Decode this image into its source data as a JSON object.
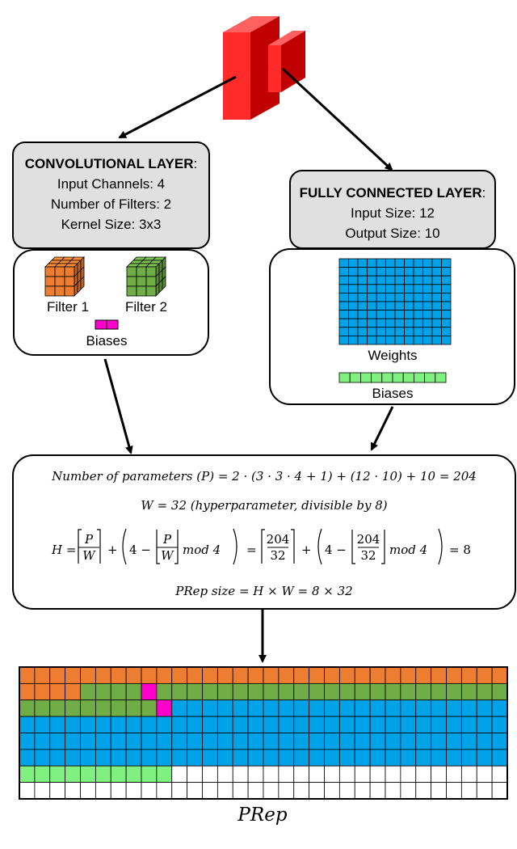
{
  "colors": {
    "filter1": "#ed7d31",
    "filter2": "#70ad47",
    "conv_bias": "#ff00cc",
    "weights": "#00a2e8",
    "fc_bias": "#80f080",
    "model_red": "#ff2020",
    "header_bg": "#e0e0e0"
  },
  "conv_layer": {
    "title": "CONVOLUTIONAL LAYER",
    "title_suffix": ":",
    "lines": [
      "Input Channels: 4",
      "Number of Filters: 2",
      "Kernel Size: 3x3"
    ],
    "filter1_label": "Filter 1",
    "filter2_label": "Filter 2",
    "biases_label": "Biases"
  },
  "fc_layer": {
    "title": "FULLY CONNECTED LAYER",
    "title_suffix": ":",
    "lines": [
      "Input Size: 12",
      "Output Size: 10"
    ],
    "weights_label": "Weights",
    "biases_label": "Biases"
  },
  "formulas": {
    "line1": "Number of parameters (P) = 2 · (3 · 3 · 4 + 1) + (12 · 10) + 10 = 204",
    "line2": "W = 32 (hyperparameter, divisible by 8)",
    "line4": "PRep size = H × W = 8 × 32",
    "line3_parts": {
      "h": "H =",
      "p": "P",
      "w": "W",
      "plus": "+",
      "four_minus": "4 −",
      "mod": "mod 4",
      "eq": "=",
      "num": "204",
      "den": "32",
      "result": "= 8"
    }
  },
  "prep": {
    "label": "PRep",
    "rows": 8,
    "cols": 32,
    "cells_filter1": 36,
    "cells_filter2": 36,
    "cells_conv_bias": 2,
    "cells_weights": 120,
    "cells_fc_bias": 10,
    "cells_empty": 52
  }
}
